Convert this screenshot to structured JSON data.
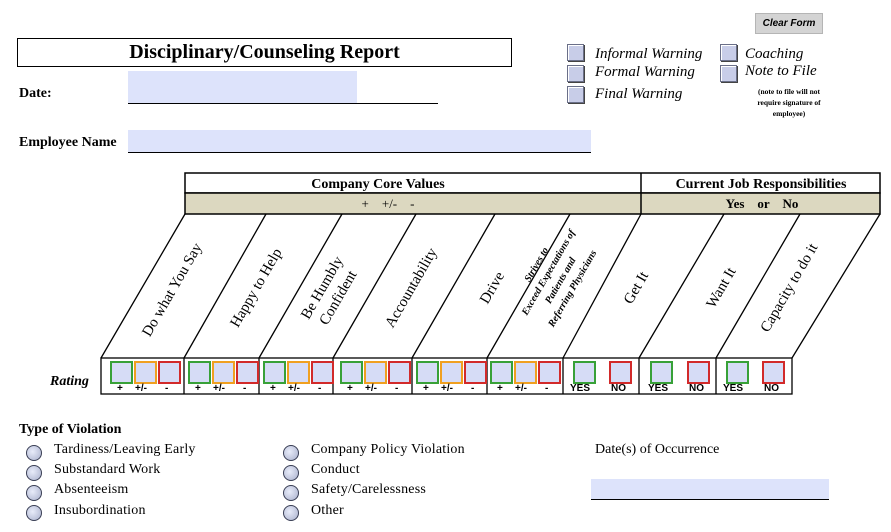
{
  "header": {
    "clear_form": "Clear Form",
    "title": "Disciplinary/Counseling Report",
    "date_label": "Date:",
    "employee_label": "Employee Name",
    "date_value": "",
    "employee_value": ""
  },
  "warnings": {
    "informal": "Informal Warning",
    "formal": "Formal Warning",
    "final": "Final Warning",
    "coaching": "Coaching",
    "note_to_file": "Note to File",
    "note_line1": "(note to file will not",
    "note_line2": "require signature of",
    "note_line3": "employee)"
  },
  "table": {
    "core_values_header": "Company Core Values",
    "core_values_scale": "+    +/-    -",
    "job_header": "Current Job Responsibilities",
    "job_scale": "Yes    or    No",
    "rating_label": "Rating",
    "columns": [
      "Do what You Say",
      "Happy to Help",
      "Be Humbly",
      "Confident",
      "Accountability",
      "Drive",
      "Strives to",
      "Exceed Expectations of",
      "Patients and",
      "Referring Physicians",
      "Get It",
      "Want It",
      "Capacity to do it"
    ],
    "plus": "+",
    "plusminus": "+/-",
    "minus": "-",
    "yes": "YES",
    "no": "NO"
  },
  "violation": {
    "title": "Type of Violation",
    "items": [
      "Tardiness/Leaving Early",
      "Substandard Work",
      "Absenteeism",
      "Insubordination",
      "Company Policy Violation",
      "Conduct",
      "Safety/Carelessness",
      "Other"
    ],
    "occurrence_label": "Date(s) of Occurrence",
    "occurrence_value": ""
  }
}
